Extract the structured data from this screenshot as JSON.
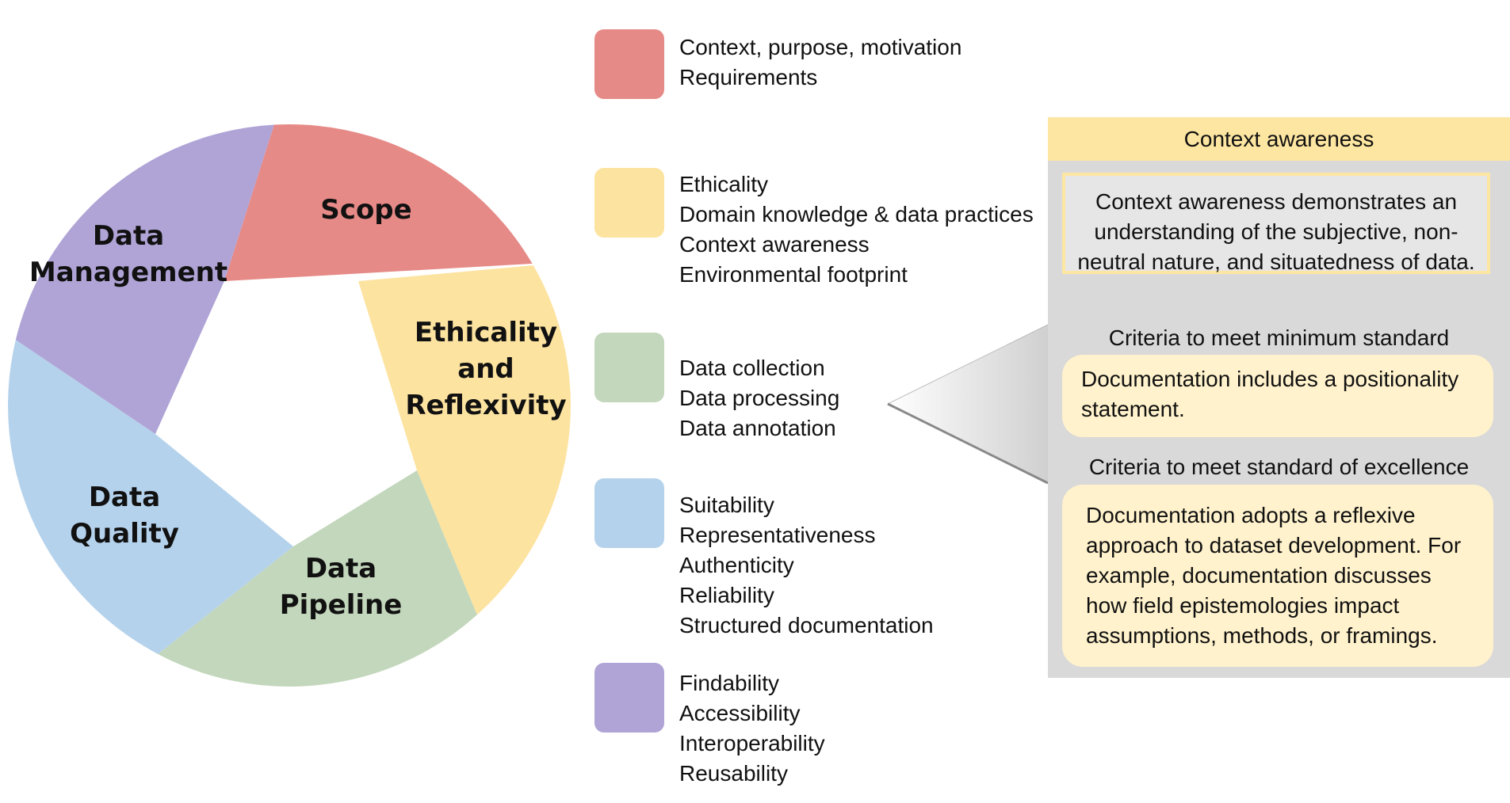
{
  "wheel": {
    "segments": [
      {
        "name": "scope",
        "lines": [
          "Scope"
        ],
        "color": "#e68a87"
      },
      {
        "name": "ethicality",
        "lines": [
          "Ethicality",
          "and",
          "Reflexivity"
        ],
        "color": "#fde3a0"
      },
      {
        "name": "pipeline",
        "lines": [
          "Data",
          "Pipeline"
        ],
        "color": "#c3d7bc"
      },
      {
        "name": "quality",
        "lines": [
          "Data",
          "Quality"
        ],
        "color": "#b5d2ec"
      },
      {
        "name": "management",
        "lines": [
          "Data",
          "Management"
        ],
        "color": "#b0a4d6"
      }
    ]
  },
  "legend": [
    {
      "color": "#e68a87",
      "items": [
        "Context, purpose, motivation",
        "Requirements"
      ]
    },
    {
      "color": "#fde3a0",
      "items": [
        "Ethicality",
        "Domain knowledge & data practices",
        "Context awareness",
        "Environmental footprint"
      ]
    },
    {
      "color": "#c3d7bc",
      "items": [
        "Data collection",
        "Data processing",
        "Data annotation"
      ]
    },
    {
      "color": "#b5d2ec",
      "items": [
        "Suitability",
        "Representativeness",
        "Authenticity",
        "Reliability",
        "Structured documentation"
      ]
    },
    {
      "color": "#b0a4d6",
      "items": [
        "Findability",
        "Accessibility",
        "Interoperability",
        "Reusability"
      ]
    }
  ],
  "panel": {
    "title": "Context awareness",
    "definition": [
      "Context awareness demonstrates an",
      "understanding of the subjective, non-",
      "neutral nature, and situatedness of data."
    ],
    "minimum_heading": "Criteria to meet minimum standard",
    "minimum_text": [
      "Documentation includes a positionality",
      "statement."
    ],
    "excellence_heading": "Criteria to meet standard of excellence",
    "excellence_text": [
      "Documentation adopts a reflexive",
      "approach to dataset development. For",
      "example, documentation discusses",
      "how field epistemologies impact",
      "assumptions, methods, or framings."
    ]
  }
}
